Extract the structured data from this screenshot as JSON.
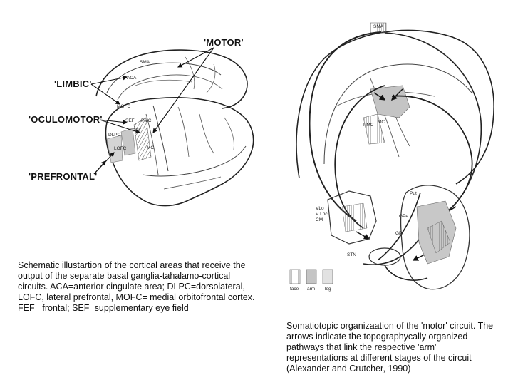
{
  "left_figure": {
    "pointer_labels": {
      "motor": "'MOTOR'",
      "limbic": "'LIMBIC'",
      "oculomotor": "'OCULOMOTOR'",
      "prefrontal": "'PREFRONTAL'"
    },
    "area_labels": {
      "sma": "SMA",
      "aca": "ACA",
      "mofc": "MOFC",
      "sef": "SEF",
      "pmc": "PMC",
      "fef": "FEF",
      "dlpc": "DLPC",
      "lofc": "LOFC",
      "mc": "MC"
    },
    "caption": "Schematic illustartion of the cortical areas that receive the output of the separate basal ganglia-tahalamo-cortical circuits. ACA=anterior cingulate area; DLPC=dorsolateral, LOFC, lateral prefrontal, MOFC= medial orbitofrontal cortex. FEF= frontal; SEF=supplementary eye field"
  },
  "right_figure": {
    "area_labels": {
      "sma": "SMA",
      "pmc": "PMC",
      "mc": "MC",
      "put": "Put",
      "gpe": "GPe",
      "gpi": "GPi",
      "stn": "STN",
      "vlo": "VLo",
      "vlpc": "V Lpc",
      "cm": "CM"
    },
    "legend": {
      "face": "face",
      "arm": "arm",
      "leg": "leg"
    },
    "caption": "Somatiotopic organizaation of the 'motor' circuit. The arrows indicate the topographycally organized pathways that link the respective 'arm' representations at different stages of the circuit (Alexander and Crutcher, 1990)"
  }
}
